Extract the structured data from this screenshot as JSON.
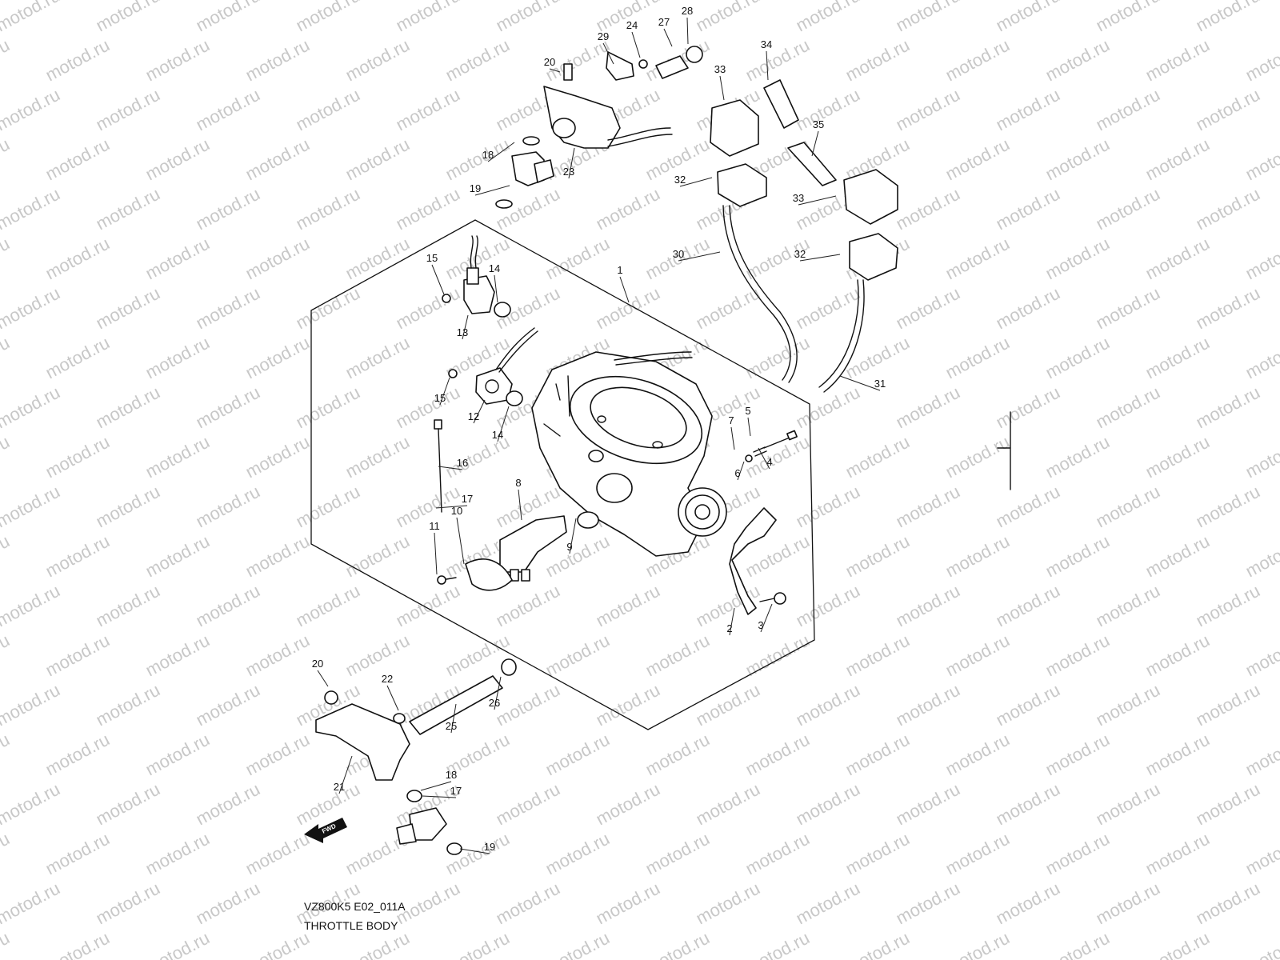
{
  "watermark": "motod.ru",
  "diagram": {
    "code": "VZ800K5 E02_011A",
    "title": "THROTTLE BODY",
    "fwd_label": "FWD",
    "callouts": [
      {
        "n": "1"
      },
      {
        "n": "2"
      },
      {
        "n": "3"
      },
      {
        "n": "4"
      },
      {
        "n": "5"
      },
      {
        "n": "6"
      },
      {
        "n": "7"
      },
      {
        "n": "8"
      },
      {
        "n": "9"
      },
      {
        "n": "10"
      },
      {
        "n": "11"
      },
      {
        "n": "12"
      },
      {
        "n": "13"
      },
      {
        "n": "14"
      },
      {
        "n": "14"
      },
      {
        "n": "15"
      },
      {
        "n": "15"
      },
      {
        "n": "16"
      },
      {
        "n": "17"
      },
      {
        "n": "17"
      },
      {
        "n": "18"
      },
      {
        "n": "18"
      },
      {
        "n": "19"
      },
      {
        "n": "19"
      },
      {
        "n": "20"
      },
      {
        "n": "20"
      },
      {
        "n": "21"
      },
      {
        "n": "22"
      },
      {
        "n": "23"
      },
      {
        "n": "24"
      },
      {
        "n": "25"
      },
      {
        "n": "26"
      },
      {
        "n": "27"
      },
      {
        "n": "28"
      },
      {
        "n": "29"
      },
      {
        "n": "30"
      },
      {
        "n": "31"
      },
      {
        "n": "32"
      },
      {
        "n": "32"
      },
      {
        "n": "33"
      },
      {
        "n": "33"
      },
      {
        "n": "34"
      },
      {
        "n": "35"
      }
    ]
  }
}
